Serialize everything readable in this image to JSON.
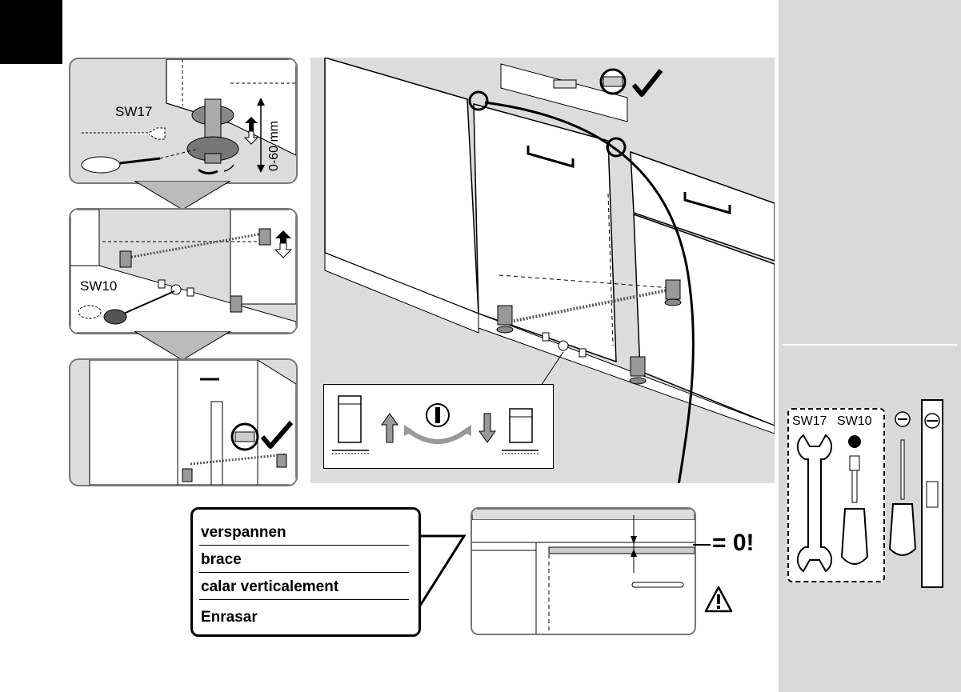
{
  "labels": {
    "wrench_sw17": "SW17",
    "height_range": "0-60 mm",
    "wrench_sw10": "SW10",
    "result": "= 0!"
  },
  "terms": [
    "verspannen",
    "brace",
    "calar verticalement",
    "Enrasar"
  ],
  "tools": {
    "sw17": "SW17",
    "sw10": "SW10"
  },
  "icons": {
    "check": "check-icon",
    "warning": "warning-icon",
    "up_arrow": "arrow-up-icon",
    "down_arrow": "arrow-down-icon",
    "rotate": "rotate-icon",
    "flat_screwdriver": "flat-screwdriver-icon",
    "level": "spirit-level-icon"
  }
}
